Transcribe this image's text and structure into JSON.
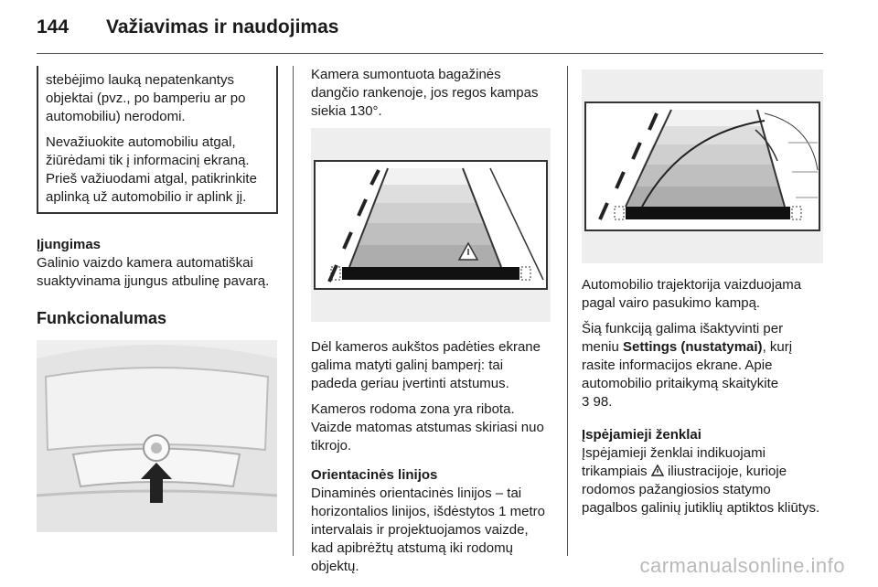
{
  "header": {
    "page_number": "144",
    "chapter_title": "Važiavimas ir naudojimas"
  },
  "col1": {
    "notice_p1": "stebėjimo lauką nepatenkantys objektai (pvz., po bamperiu ar po automobiliu) nerodomi.",
    "notice_p2": "Nevažiuokite automobiliu atgal, žiūrėdami tik į informacinį ekraną. Prieš važiuodami atgal, patikrinkite aplinką už automobilio ir aplink jį.",
    "switching_heading": "Įjungimas",
    "switching_text": "Galinio vaizdo kamera automatiškai suaktyvinama įjungus atbulinę pavarą.",
    "function_heading": "Funkcionalumas"
  },
  "col2": {
    "p1": "Kamera sumontuota bagažinės dangčio rankenoje, jos regos kampas siekia 130°.",
    "p2": "Dėl kameros aukštos padėties ekrane galima matyti galinį bamperį: tai padeda geriau įvertinti atstumus.",
    "p3": "Kameros rodoma zona yra ribota. Vaizde matomas atstumas skiriasi nuo tikrojo.",
    "guidelines_heading": "Orientacinės linijos",
    "guidelines_text": "Dinaminės orientacinės linijos – tai horizontalios linijos, išdėstytos 1 metro intervalais ir projektuojamos vaizde, kad apibrėžtų atstumą iki rodomų objektų."
  },
  "col3": {
    "p1": "Automobilio trajektorija vaizduojama pagal vairo pasukimo kampą.",
    "p2_before": "Šią funkciją galima išaktyvinti per meniu ",
    "p2_bold": "Settings (nustatymai)",
    "p2_after": ", kurį rasite informacijos ekrane. Apie automobilio pritaikymą skaitykite",
    "p2_ref": "3 98.",
    "warning_heading": "Įspėjamieji ženklai",
    "warning_text_before": "Įspėjamieji ženklai indikuojami trikampiais ",
    "warning_text_after": " iliustracijoje, kurioje rodomos pažangiosios statymo pagalbos galinių jutiklių aptiktos kliūtys."
  },
  "watermark": "carmanualsonline.info"
}
